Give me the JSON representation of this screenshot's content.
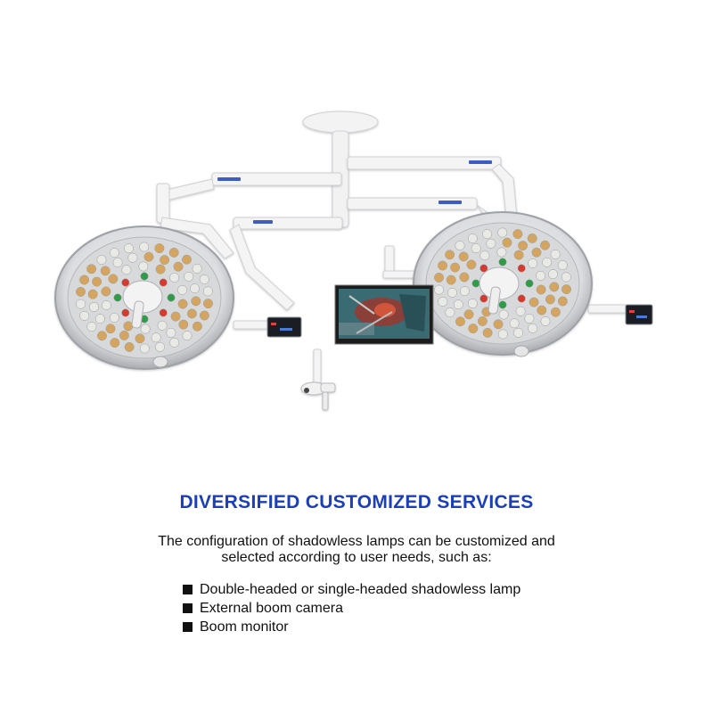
{
  "colors": {
    "headline": "#1a3fb8",
    "frame": "#ffffff",
    "ring": "#c9ccd0",
    "led_white": "#e9e9e6",
    "led_gold": "#d4a560",
    "led_green": "#2f9a48",
    "led_red": "#d43a2e"
  },
  "icons": {
    "bullet": "square-bullet-icon",
    "lamp": "surgical-lamp-icon",
    "monitor": "boom-monitor-icon",
    "camera": "boom-camera-icon"
  },
  "headline": "DIVERSIFIED CUSTOMIZED SERVICES",
  "intro": {
    "line1": "The configuration of shadowless lamps can be customized and",
    "line2": "selected according to user needs, such as:"
  },
  "features": [
    {
      "label": "Double-headed or single-headed shadowless lamp"
    },
    {
      "label": "External boom camera"
    },
    {
      "label": "Boom monitor"
    }
  ]
}
